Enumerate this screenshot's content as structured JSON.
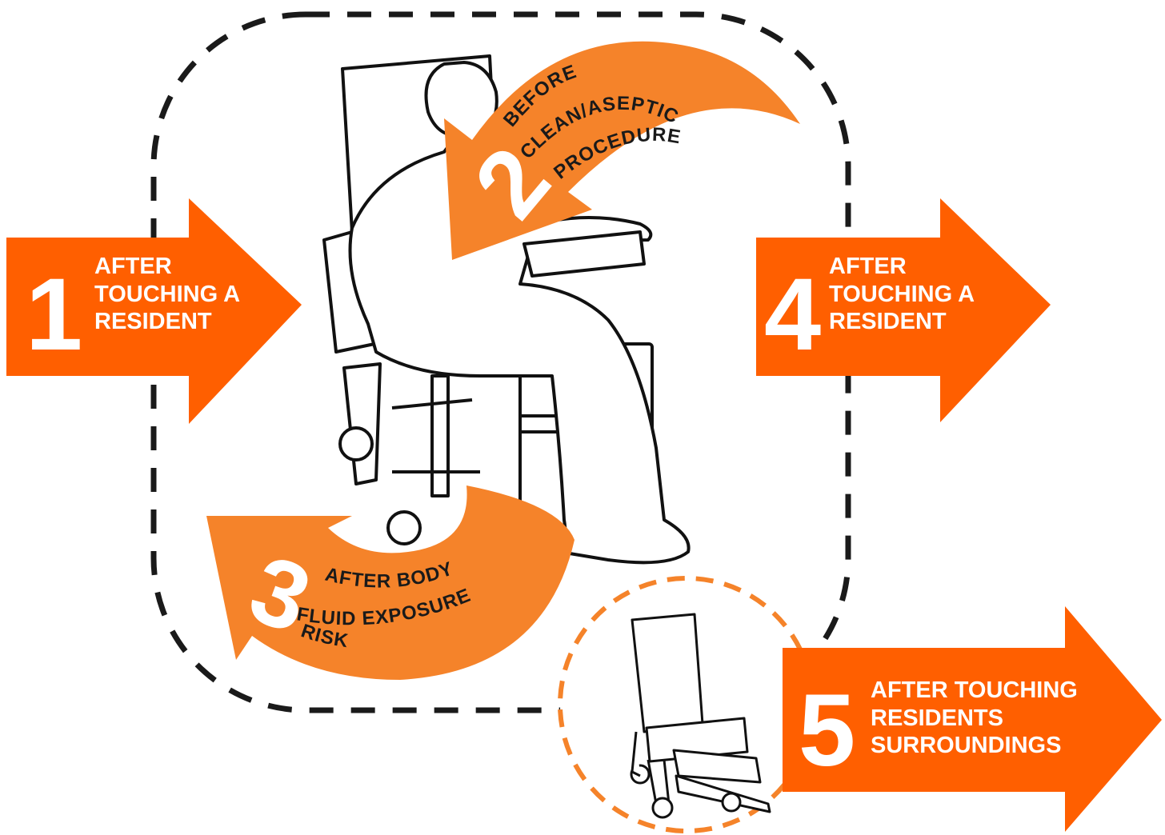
{
  "moments": [
    {
      "number": "1",
      "lines": [
        "AFTER",
        "TOUCHING A",
        "RESIDENT"
      ]
    },
    {
      "number": "2",
      "lines": [
        "BEFORE",
        "CLEAN/ASEPTIC",
        "PROCEDURE"
      ]
    },
    {
      "number": "3",
      "lines": [
        "AFTER BODY",
        "FLUID EXPOSURE",
        "RISK"
      ]
    },
    {
      "number": "4",
      "lines": [
        "AFTER",
        "TOUCHING A",
        "RESIDENT"
      ]
    },
    {
      "number": "5",
      "lines": [
        "AFTER TOUCHING",
        "RESIDENTS",
        "SURROUNDINGS"
      ]
    }
  ],
  "colors": {
    "arrow_orange": "#ff5f00",
    "curve_orange": "#f5832a",
    "zone_border": "#1a1a1a",
    "surroundings_border": "#f5832a",
    "outline": "#111111"
  },
  "icons": {
    "resident": "seated-resident-silhouette",
    "chair": "empty-chair-illustration"
  }
}
